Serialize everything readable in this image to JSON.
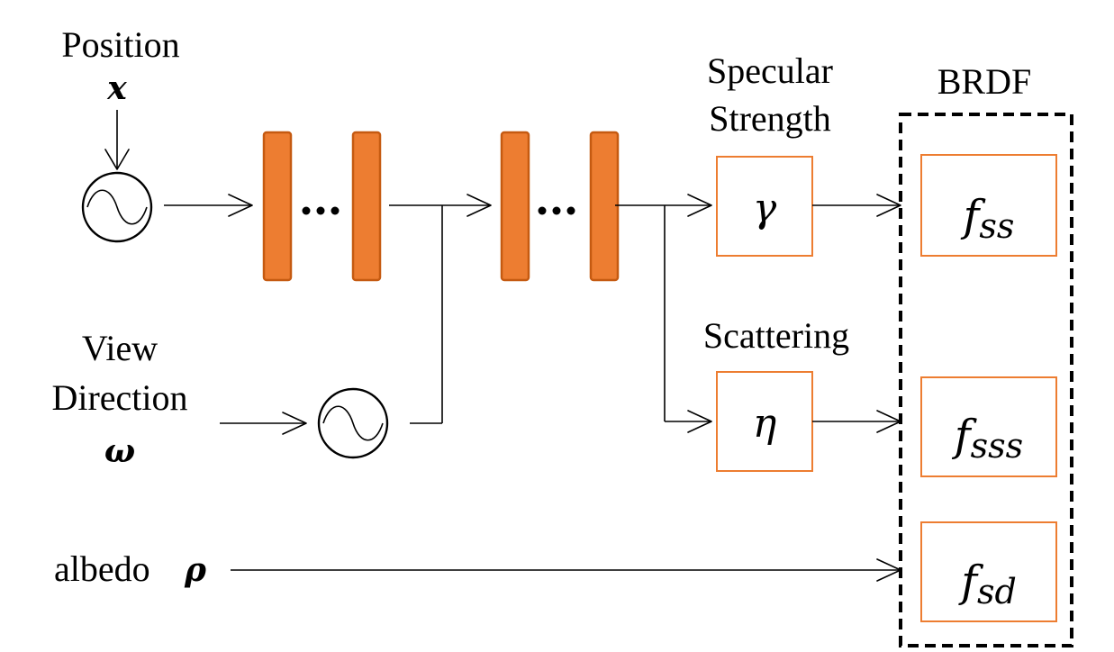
{
  "inputs": {
    "position_label": "Position",
    "position_symbol": "x",
    "view_label_line1": "View",
    "view_label_line2": "Direction",
    "view_symbol": "ω",
    "albedo_label": "albedo",
    "albedo_symbol": "ρ"
  },
  "mlp": {
    "ellipsis_1": "…",
    "ellipsis_2": "…"
  },
  "heads": {
    "specular_line1": "Specular",
    "specular_line2": "Strength",
    "specular_symbol": "γ",
    "scattering_label": "Scattering",
    "scattering_symbol": "η"
  },
  "brdf": {
    "title": "BRDF",
    "ss_base": "f",
    "ss_sub": "ss",
    "sss_base": "f",
    "sss_sub": "sss",
    "sd_base": "f",
    "sd_sub": "sd"
  },
  "colors": {
    "layer_fill": "#ed7d31",
    "layer_stroke": "#c55a11",
    "box_stroke": "#ed7d31",
    "line": "#000000"
  }
}
